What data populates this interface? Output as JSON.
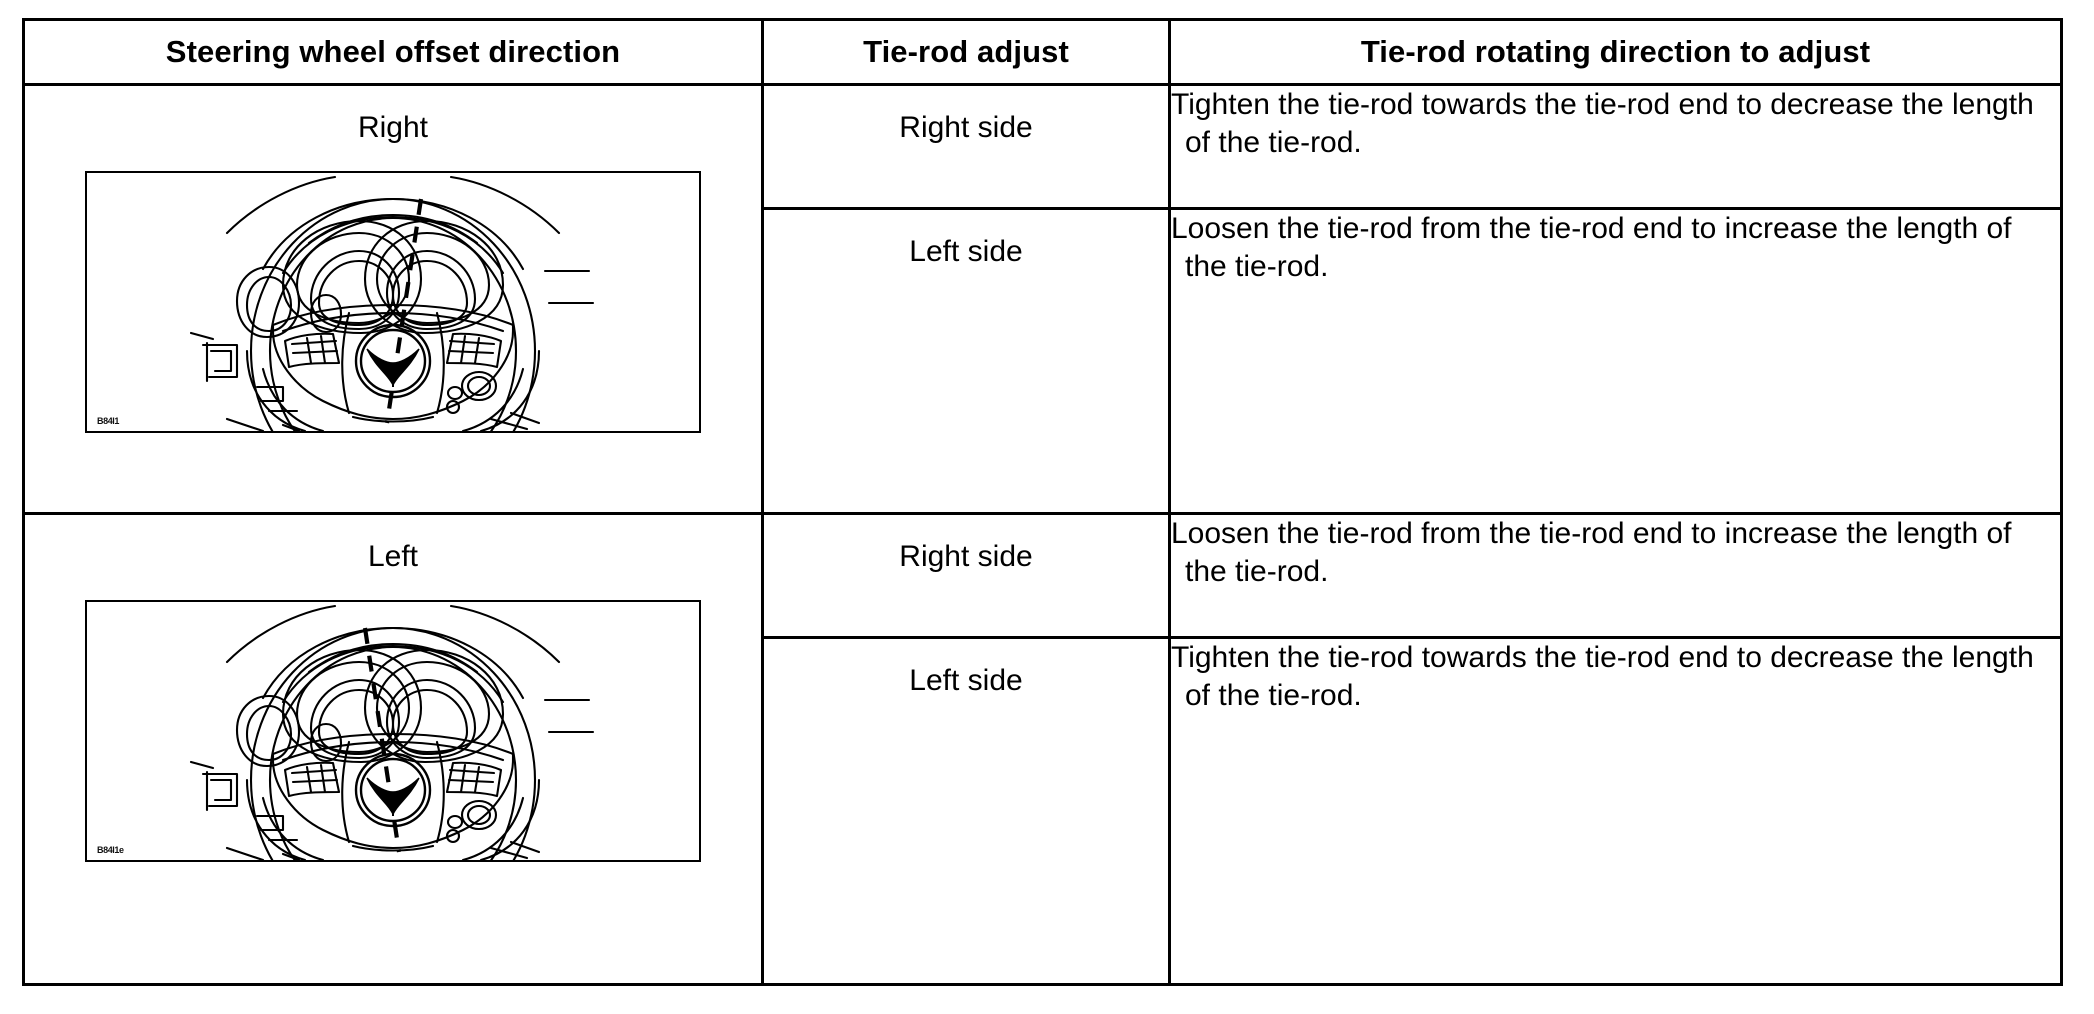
{
  "table": {
    "columns": [
      {
        "key": "direction",
        "header": "Steering wheel offset direction"
      },
      {
        "key": "tie_rod_adjust",
        "header": "Tie-rod adjust"
      },
      {
        "key": "rotating_direction",
        "header": "Tie-rod rotating direction to adjust"
      }
    ],
    "groups": [
      {
        "direction": "Right",
        "figure": {
          "name": "steering-wheel-offset-right",
          "id_label": "B84I1",
          "centerline": "dashed-tilted-right"
        },
        "rows": [
          {
            "tie_rod_adjust": "Right side",
            "rotating_direction": "Tighten the tie-rod towards the tie-rod end to decrease the length of the tie-rod."
          },
          {
            "tie_rod_adjust": "Left side",
            "rotating_direction": "Loosen the tie-rod from the tie-rod end to increase the length of the tie-rod."
          }
        ]
      },
      {
        "direction": "Left",
        "figure": {
          "name": "steering-wheel-offset-left",
          "id_label": "B84I1e",
          "centerline": "dashed-tilted-left"
        },
        "rows": [
          {
            "tie_rod_adjust": "Right side",
            "rotating_direction": "Loosen the tie-rod from the tie-rod end to increase the length of the tie-rod."
          },
          {
            "tie_rod_adjust": "Left side",
            "rotating_direction": "Tighten the tie-rod towards the tie-rod end to decrease the length of the tie-rod."
          }
        ]
      }
    ]
  },
  "colors": {
    "border": "#000000",
    "text": "#000000",
    "background": "#ffffff",
    "line_art": "#000000"
  }
}
